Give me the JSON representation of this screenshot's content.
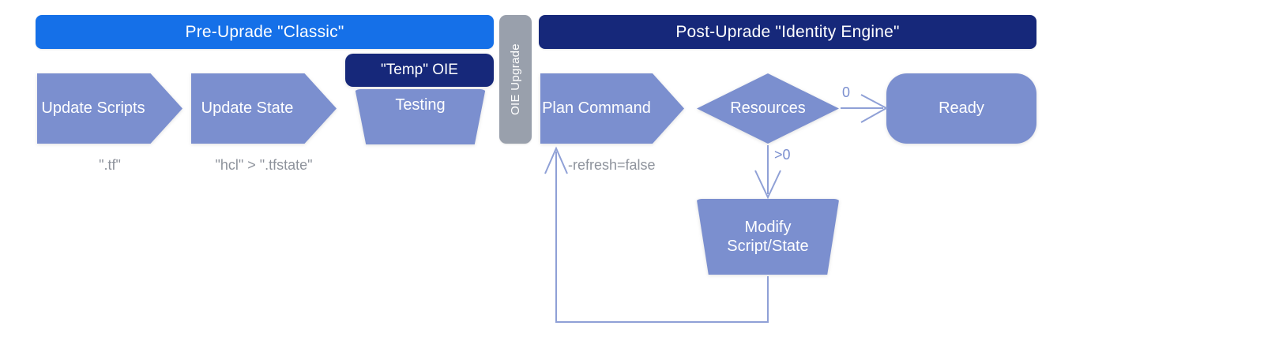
{
  "diagram": {
    "title_hidden": "",
    "colors": {
      "accent_blue": "#1570e8",
      "navy": "#16287a",
      "node_blue": "#7b8fcf",
      "divider_gray": "#99a0ac",
      "caption_gray": "#8e939c",
      "connector_blue": "#8fa0d6",
      "background": "#ffffff"
    },
    "phases": [
      {
        "id": "pre",
        "label": "Pre-Uprade \"Classic\""
      },
      {
        "id": "post",
        "label": "Post-Uprade \"Identity Engine\""
      }
    ],
    "divider": {
      "label": "OIE Upgrade",
      "icon": "vertical-divider"
    },
    "nodes": [
      {
        "id": "update-scripts",
        "label": "Update Scripts",
        "shape": "chevron",
        "caption": "\".tf\""
      },
      {
        "id": "update-state",
        "label": "Update State",
        "shape": "chevron",
        "caption": "\"hcl\" > \".tfstate\""
      },
      {
        "id": "temp-oie",
        "label": "\"Temp\" OIE",
        "shape": "rounded-rect-dark",
        "caption": ""
      },
      {
        "id": "testing",
        "label": "Testing",
        "shape": "trapezoid",
        "caption": ""
      },
      {
        "id": "plan-command",
        "label": "Plan Command",
        "shape": "chevron",
        "caption": ""
      },
      {
        "id": "resources",
        "label": "Resources",
        "shape": "diamond",
        "caption": ""
      },
      {
        "id": "ready",
        "label": "Ready",
        "shape": "rounded-rect",
        "caption": ""
      },
      {
        "id": "modify",
        "label": "Modify\nScript/State",
        "label_line1": "Modify",
        "label_line2": "Script/State",
        "shape": "trapezoid",
        "caption": ""
      }
    ],
    "edges": [
      {
        "id": "resources-to-ready",
        "from": "resources",
        "to": "ready",
        "label": "0"
      },
      {
        "id": "resources-to-modify",
        "from": "resources",
        "to": "modify",
        "label": ">0"
      },
      {
        "id": "modify-to-plan",
        "from": "modify",
        "to": "plan-command",
        "label": "-refresh=false"
      }
    ]
  }
}
